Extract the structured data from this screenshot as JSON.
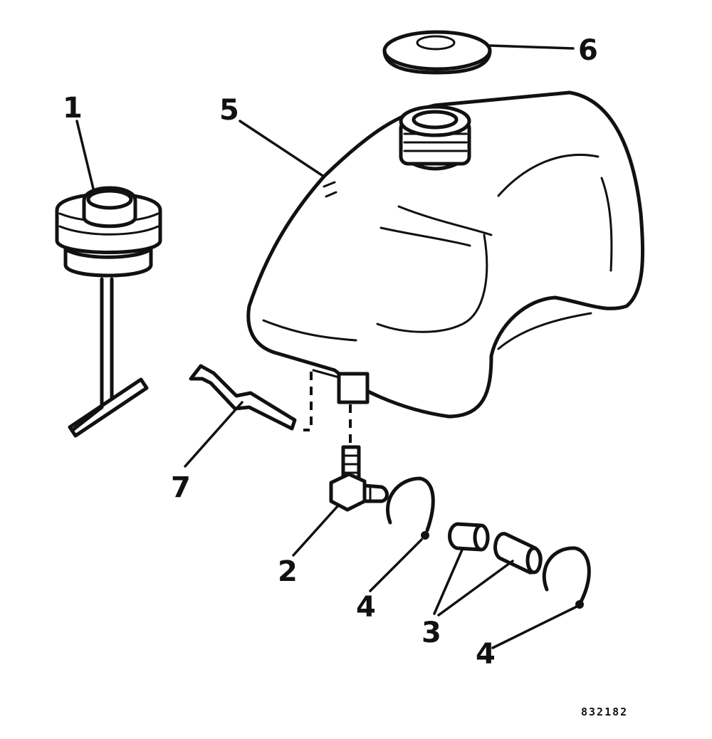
{
  "callouts": {
    "c1": "1",
    "c2": "2",
    "c3": "3",
    "c4a": "4",
    "c4b": "4",
    "c5": "5",
    "c6": "6",
    "c7": "7"
  },
  "figure_number": "832182"
}
